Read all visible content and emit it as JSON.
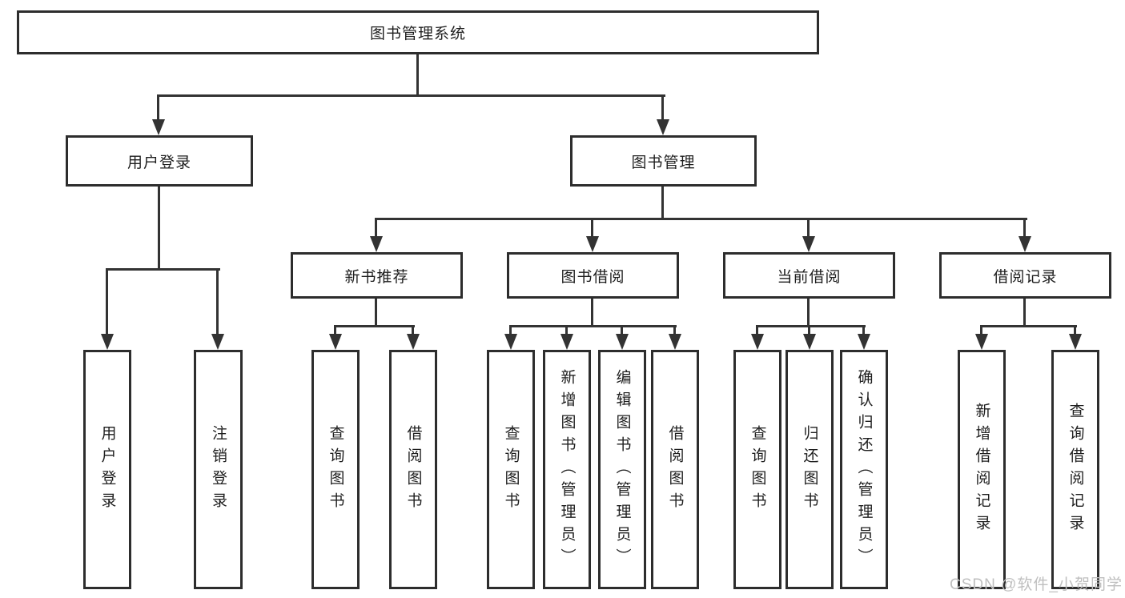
{
  "diagram": {
    "root": {
      "label": "图书管理系统"
    },
    "branches": [
      {
        "label": "用户登录"
      },
      {
        "label": "图书管理"
      }
    ],
    "modules": [
      {
        "label": "新书推荐"
      },
      {
        "label": "图书借阅"
      },
      {
        "label": "当前借阅"
      },
      {
        "label": "借阅记录"
      }
    ],
    "leaves": [
      {
        "label": "用户登录"
      },
      {
        "label": "注销登录"
      },
      {
        "label": "查询图书"
      },
      {
        "label": "借阅图书"
      },
      {
        "label": "查询图书"
      },
      {
        "label": "新增图书（管理员）"
      },
      {
        "label": "编辑图书（管理员）"
      },
      {
        "label": "借阅图书"
      },
      {
        "label": "查询图书"
      },
      {
        "label": "归还图书"
      },
      {
        "label": "确认归还（管理员）"
      },
      {
        "label": "新增借阅记录"
      },
      {
        "label": "查询借阅记录"
      }
    ]
  },
  "watermark": {
    "text": "CSDN @软件_小贺同学"
  },
  "colors": {
    "line": "#333333",
    "box_border": "#2d2d2d",
    "box_fill": "#ffffff",
    "text": "#1e1e1e",
    "watermark": "#bfbfbf",
    "background": "#ffffff"
  }
}
